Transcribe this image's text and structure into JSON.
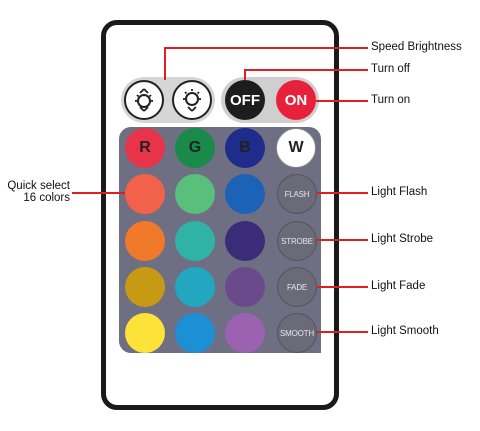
{
  "buttons": {
    "off": "OFF",
    "on": "ON",
    "r": "R",
    "g": "G",
    "b": "B",
    "w": "W",
    "flash": "FLASH",
    "strobe": "STROBE",
    "fade": "FADE",
    "smooth": "SMOOTH"
  },
  "labels": {
    "speed_brightness": "Speed Brightness",
    "turn_off": "Turn off",
    "turn_on": "Turn on",
    "quick_select_line1": "Quick select",
    "quick_select_line2": "16 colors",
    "light_flash": "Light Flash",
    "light_strobe": "Light Strobe",
    "light_fade": "Light Fade",
    "light_smooth": "Light Smooth"
  },
  "colors": {
    "callout_line": "#e02020",
    "r": "#e8344a",
    "g": "#1a8a4a",
    "b": "#1e2c8c",
    "w": "#ffffff",
    "grid": [
      [
        "#f2624a",
        "#58c07a",
        "#1c63b8"
      ],
      [
        "#f07a2a",
        "#2fb3a6",
        "#3a2c78"
      ],
      [
        "#c79a14",
        "#23a7c1",
        "#6a4a8a"
      ],
      [
        "#fde23a",
        "#1c90d4",
        "#9a62b0"
      ]
    ]
  }
}
